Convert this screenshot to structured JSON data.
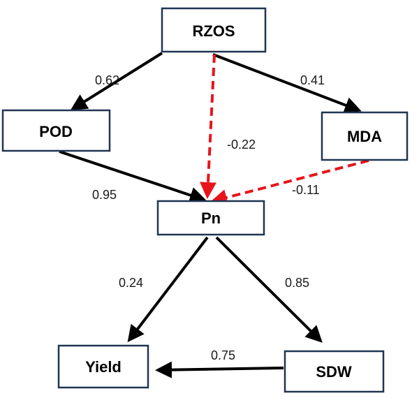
{
  "colors": {
    "positive_path": "#000000",
    "negative_path": "#e8141b",
    "node_border": "#1f3552"
  },
  "nodes": {
    "rzos": "RZOS",
    "pod": "POD",
    "mda": "MDA",
    "pn": "Pn",
    "yield": "Yield",
    "sdw": "SDW"
  },
  "edges": {
    "rzos_pod": "0.62",
    "rzos_mda": "0.41",
    "rzos_pn": "-0.22",
    "pod_pn": "0.95",
    "mda_pn": "-0.11",
    "pn_yield": "0.24",
    "pn_sdw": "0.85",
    "sdw_yield": "0.75"
  }
}
